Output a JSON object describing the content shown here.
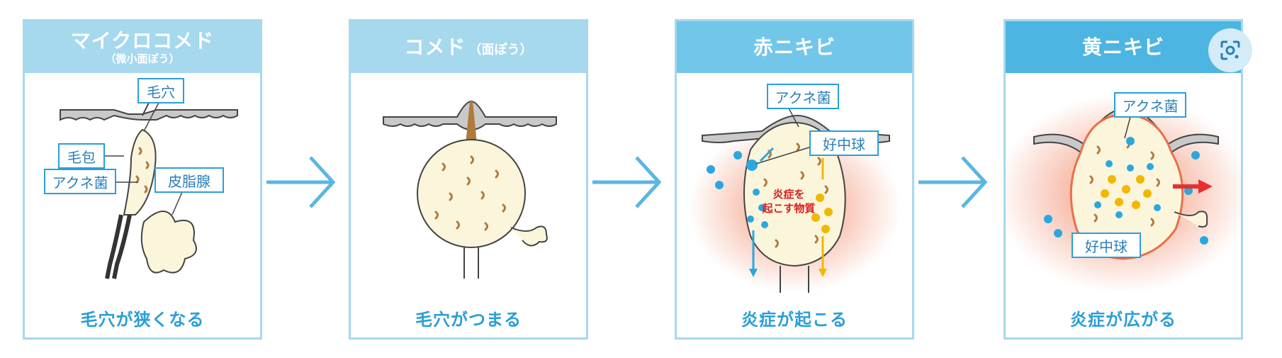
{
  "panels": [
    {
      "title": "マイクロコメド",
      "subtitle": "（微小面ぽう）",
      "caption": "毛穴が狭くなる",
      "labels": {
        "pore": "毛穴",
        "follicle": "毛包",
        "bacteria": "アクネ菌",
        "gland": "皮脂腺"
      }
    },
    {
      "title": "コメド",
      "subtitle": "（面ぽう）",
      "caption": "毛穴がつまる"
    },
    {
      "title": "赤ニキビ",
      "caption": "炎症が起こる",
      "labels": {
        "bacteria": "アクネ菌",
        "neutrophil": "好中球",
        "substance_line1": "炎症を",
        "substance_line2": "起こす物質"
      }
    },
    {
      "title": "黄ニキビ",
      "caption": "炎症が広がる",
      "labels": {
        "bacteria": "アクネ菌",
        "neutrophil": "好中球"
      }
    }
  ],
  "colors": {
    "header_light": "#a6d8ee",
    "header_mid": "#72c6ea",
    "header_dark": "#4db5e2",
    "border": "#a6d8ee",
    "caption": "#2a9ed8",
    "label_border": "#2aa0d8",
    "sebum_fill": "#fbf5dc",
    "bacteria": "#b07a3c",
    "neutrophil": "#29a8e0",
    "inflammation": "#f08a6a",
    "substance": "#f0b800",
    "outflow_arrow": "#e83030"
  },
  "icons": {
    "arrow": "chevron-right-arrow",
    "lens": "google-lens-icon"
  }
}
